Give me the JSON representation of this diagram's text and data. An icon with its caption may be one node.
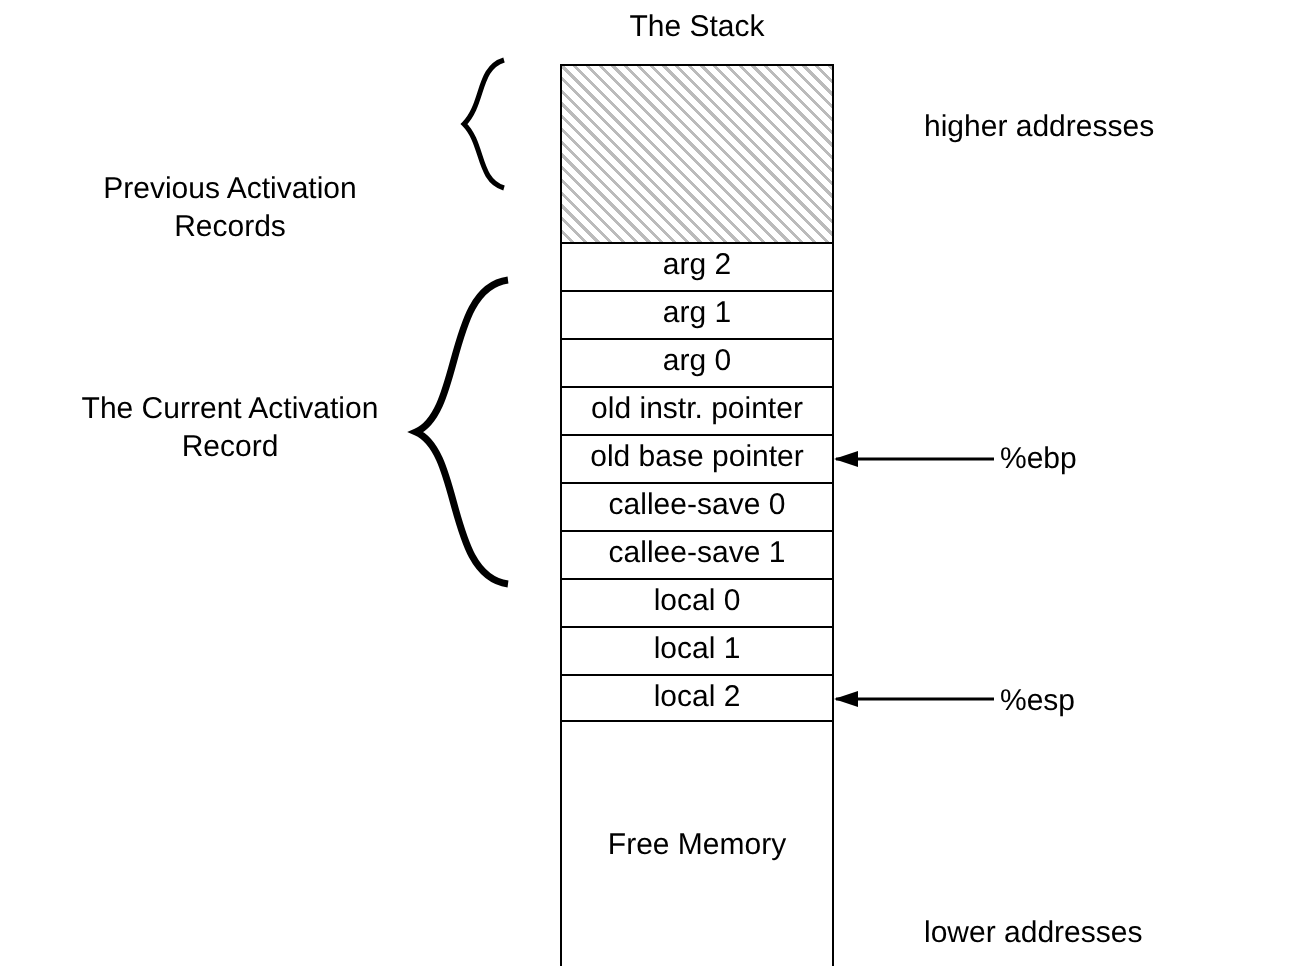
{
  "diagram": {
    "title": "The Stack",
    "nodes": [
      {
        "text": [],
        "shape": "box"
      },
      {
        "text": [
          "arg 2"
        ]
      },
      {
        "text": [
          "arg 1"
        ]
      },
      {
        "text": [
          "arg 0"
        ]
      },
      {
        "text": [
          "old instr. pointer"
        ]
      },
      {
        "text": [
          "old base pointer"
        ]
      },
      {
        "text": [
          "callee-save 0"
        ]
      },
      {
        "text": [
          "callee-save 1"
        ]
      },
      {
        "text": [
          "local 0"
        ]
      },
      {
        "text": [
          "local 1"
        ]
      },
      {
        "text": [
          "local 2"
        ]
      },
      {
        "text": [
          "Free Memory"
        ]
      },
      {
        "text": [
          "%ebp"
        ]
      },
      {
        "text": [
          "%esp"
        ]
      }
    ],
    "edges": [
      {
        "from": 12,
        "to": 5,
        "arrow": "to"
      },
      {
        "from": 13,
        "to": 10,
        "arrow": "to"
      }
    ],
    "labels": [
      "Previous Activation Records",
      "higher addresses",
      "The Current Activation Record",
      "lower addresses"
    ]
  }
}
